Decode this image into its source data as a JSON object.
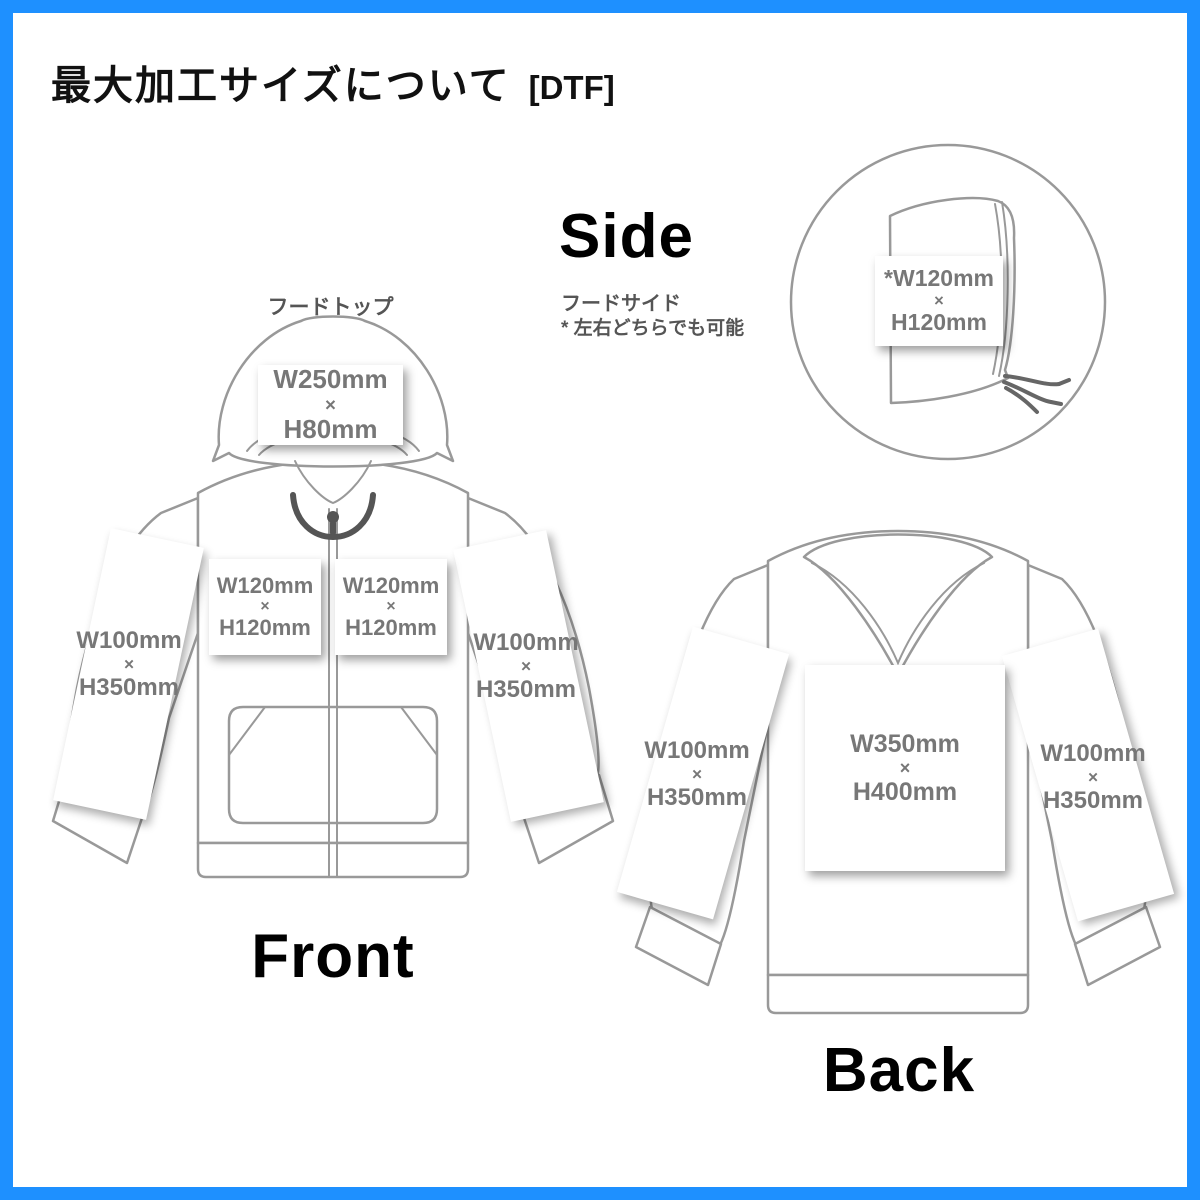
{
  "title": {
    "main": "最大加工サイズについて",
    "tag": "[DTF]"
  },
  "views": {
    "front": {
      "label": "Front",
      "hood_caption": "フードトップ"
    },
    "side": {
      "label": "Side",
      "caption_line1": "フードサイド",
      "caption_line2": "* 左右どちらでも可能"
    },
    "back": {
      "label": "Back"
    }
  },
  "sizes": {
    "front_hood": {
      "w": "W250mm",
      "sep": "×",
      "h": "H80mm"
    },
    "front_chest_left": {
      "w": "W120mm",
      "sep": "×",
      "h": "H120mm"
    },
    "front_chest_right": {
      "w": "W120mm",
      "sep": "×",
      "h": "H120mm"
    },
    "front_sleeve_left": {
      "w": "W100mm",
      "sep": "×",
      "h": "H350mm"
    },
    "front_sleeve_right": {
      "w": "W100mm",
      "sep": "×",
      "h": "H350mm"
    },
    "side_hood": {
      "w": "*W120mm",
      "sep": "×",
      "h": "H120mm"
    },
    "back_body": {
      "w": "W350mm",
      "sep": "×",
      "h": "H400mm"
    },
    "back_sleeve_left": {
      "w": "W100mm",
      "sep": "×",
      "h": "H350mm"
    },
    "back_sleeve_right": {
      "w": "W100mm",
      "sep": "×",
      "h": "H350mm"
    }
  },
  "colors": {
    "frame": "#1e90ff",
    "outline": "#999999",
    "sizetext": "#777777"
  }
}
